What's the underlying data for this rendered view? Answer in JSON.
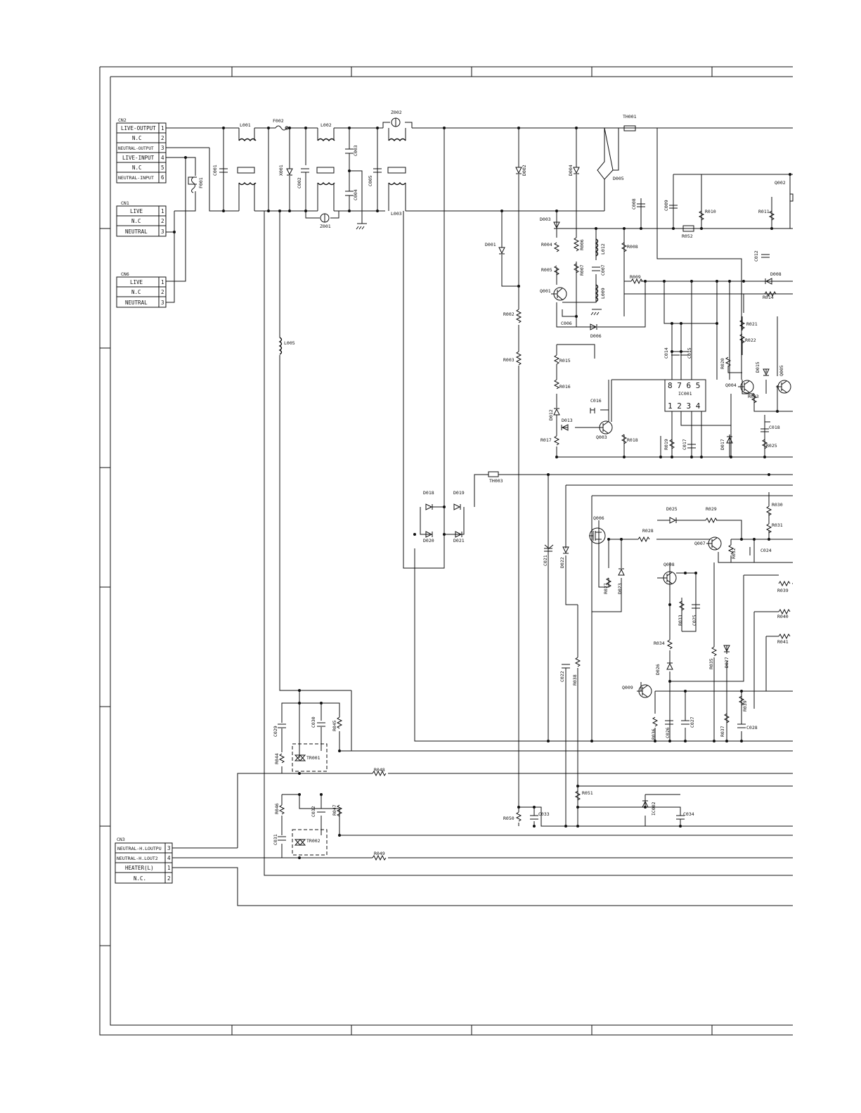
{
  "connectors": {
    "cn2": {
      "title": "CN2",
      "pins": [
        {
          "label": "LIVE-OUTPUT",
          "num": "1"
        },
        {
          "label": "N.C",
          "num": "2"
        },
        {
          "label": "NEUTRAL-OUTPUT",
          "num": "3"
        },
        {
          "label": "LIVE-INPUT",
          "num": "4"
        },
        {
          "label": "N.C",
          "num": "5"
        },
        {
          "label": "NEUTRAL-INPUT",
          "num": "6"
        }
      ]
    },
    "cn1": {
      "title": "CN1",
      "pins": [
        {
          "label": "LIVE",
          "num": "1"
        },
        {
          "label": "N.C",
          "num": "2"
        },
        {
          "label": "NEUTRAL",
          "num": "3"
        }
      ]
    },
    "cn6": {
      "title": "CN6",
      "pins": [
        {
          "label": "LIVE",
          "num": "1"
        },
        {
          "label": "N.C",
          "num": "2"
        },
        {
          "label": "NEUTRAL",
          "num": "3"
        }
      ]
    },
    "cn3": {
      "title": "CN3",
      "pins": [
        {
          "label": "NEUTRAL-H.LOUTPU",
          "num": "3"
        },
        {
          "label": "NEUTRAL-H.LOUT2",
          "num": "4"
        },
        {
          "label": "HEATER(L)",
          "num": "1"
        },
        {
          "label": "N.C.",
          "num": "2"
        }
      ]
    }
  },
  "ic001": {
    "name": "IC001",
    "top_pins": "8 7 6 5",
    "bottom_pins": "1 2 3 4"
  },
  "labels": {
    "L001": "L001",
    "F002": "F002",
    "L002": "L002",
    "Z002": "Z002",
    "TH001": "TH001",
    "C001": "C001",
    "X001": "X001",
    "C002": "C002",
    "C003": "C003",
    "C004": "C004",
    "C005": "C005",
    "Z001": "Z001",
    "L003": "L003",
    "F001": "F001",
    "D002": "D002",
    "D004": "D004",
    "D005": "D005",
    "C008": "C008",
    "C009": "C009",
    "Q002": "Q002",
    "R010": "R010",
    "R011": "R011",
    "R052": "R052",
    "D003": "D003",
    "D001": "D001",
    "R004": "R004",
    "R005": "R005",
    "R006": "R006",
    "R007": "R007",
    "L012": "L012",
    "C007": "C007",
    "L009": "L009",
    "R008": "R008",
    "R009": "R009",
    "Q001": "Q001",
    "C006": "C006",
    "D006": "D006",
    "R002": "R002",
    "R003": "R003",
    "C012": "C012",
    "D008": "D008",
    "R014": "R014",
    "R021": "R021",
    "R022": "R022",
    "C014": "C014",
    "C015": "C015",
    "R020": "R020",
    "D015": "D015",
    "Q004": "Q004",
    "Q005": "Q005",
    "R023": "R023",
    "R015": "R015",
    "R016": "R016",
    "D012": "D012",
    "C016": "C016",
    "D013": "D013",
    "Q003": "Q003",
    "R017": "R017",
    "R018": "R018",
    "R019": "R019",
    "C017": "C017",
    "D017": "D017",
    "C018": "C018",
    "R025": "R025",
    "L005": "L005",
    "TH003": "TH003",
    "D018": "D018",
    "D019": "D019",
    "D020": "D020",
    "D021": "D021",
    "D025": "D025",
    "R029": "R029",
    "R030": "R030",
    "R031": "R031",
    "Q006": "Q006",
    "R028": "R028",
    "Q007": "Q007",
    "R032": "R032",
    "C024": "C024",
    "C021": "C021",
    "D022": "D022",
    "R027": "R027",
    "D023": "D023",
    "Q008": "Q008",
    "R039": "R039",
    "R033": "R033",
    "C025": "C025",
    "R040": "R040",
    "R034": "R034",
    "R041": "R041",
    "D026": "D026",
    "R035": "R035",
    "D027": "D027",
    "C022": "C022",
    "R038": "R038",
    "Q009": "Q009",
    "R039b": "R039",
    "R036": "R036",
    "C026": "C026",
    "C027": "C027",
    "R037": "R037",
    "C028": "C028",
    "C029": "C029",
    "C030": "C030",
    "R045": "R045",
    "R044": "R044",
    "TR001": "TR001",
    "R048": "R048",
    "R046": "R046",
    "C032": "C032",
    "R047": "R047",
    "C031": "C031",
    "TR002": "TR002",
    "R049": "R049",
    "R051": "R051",
    "R050": "R050",
    "C033": "C033",
    "IC002": "IC002",
    "C034": "C034"
  },
  "colors": {
    "ink": "#111111",
    "paper": "#ffffff"
  }
}
